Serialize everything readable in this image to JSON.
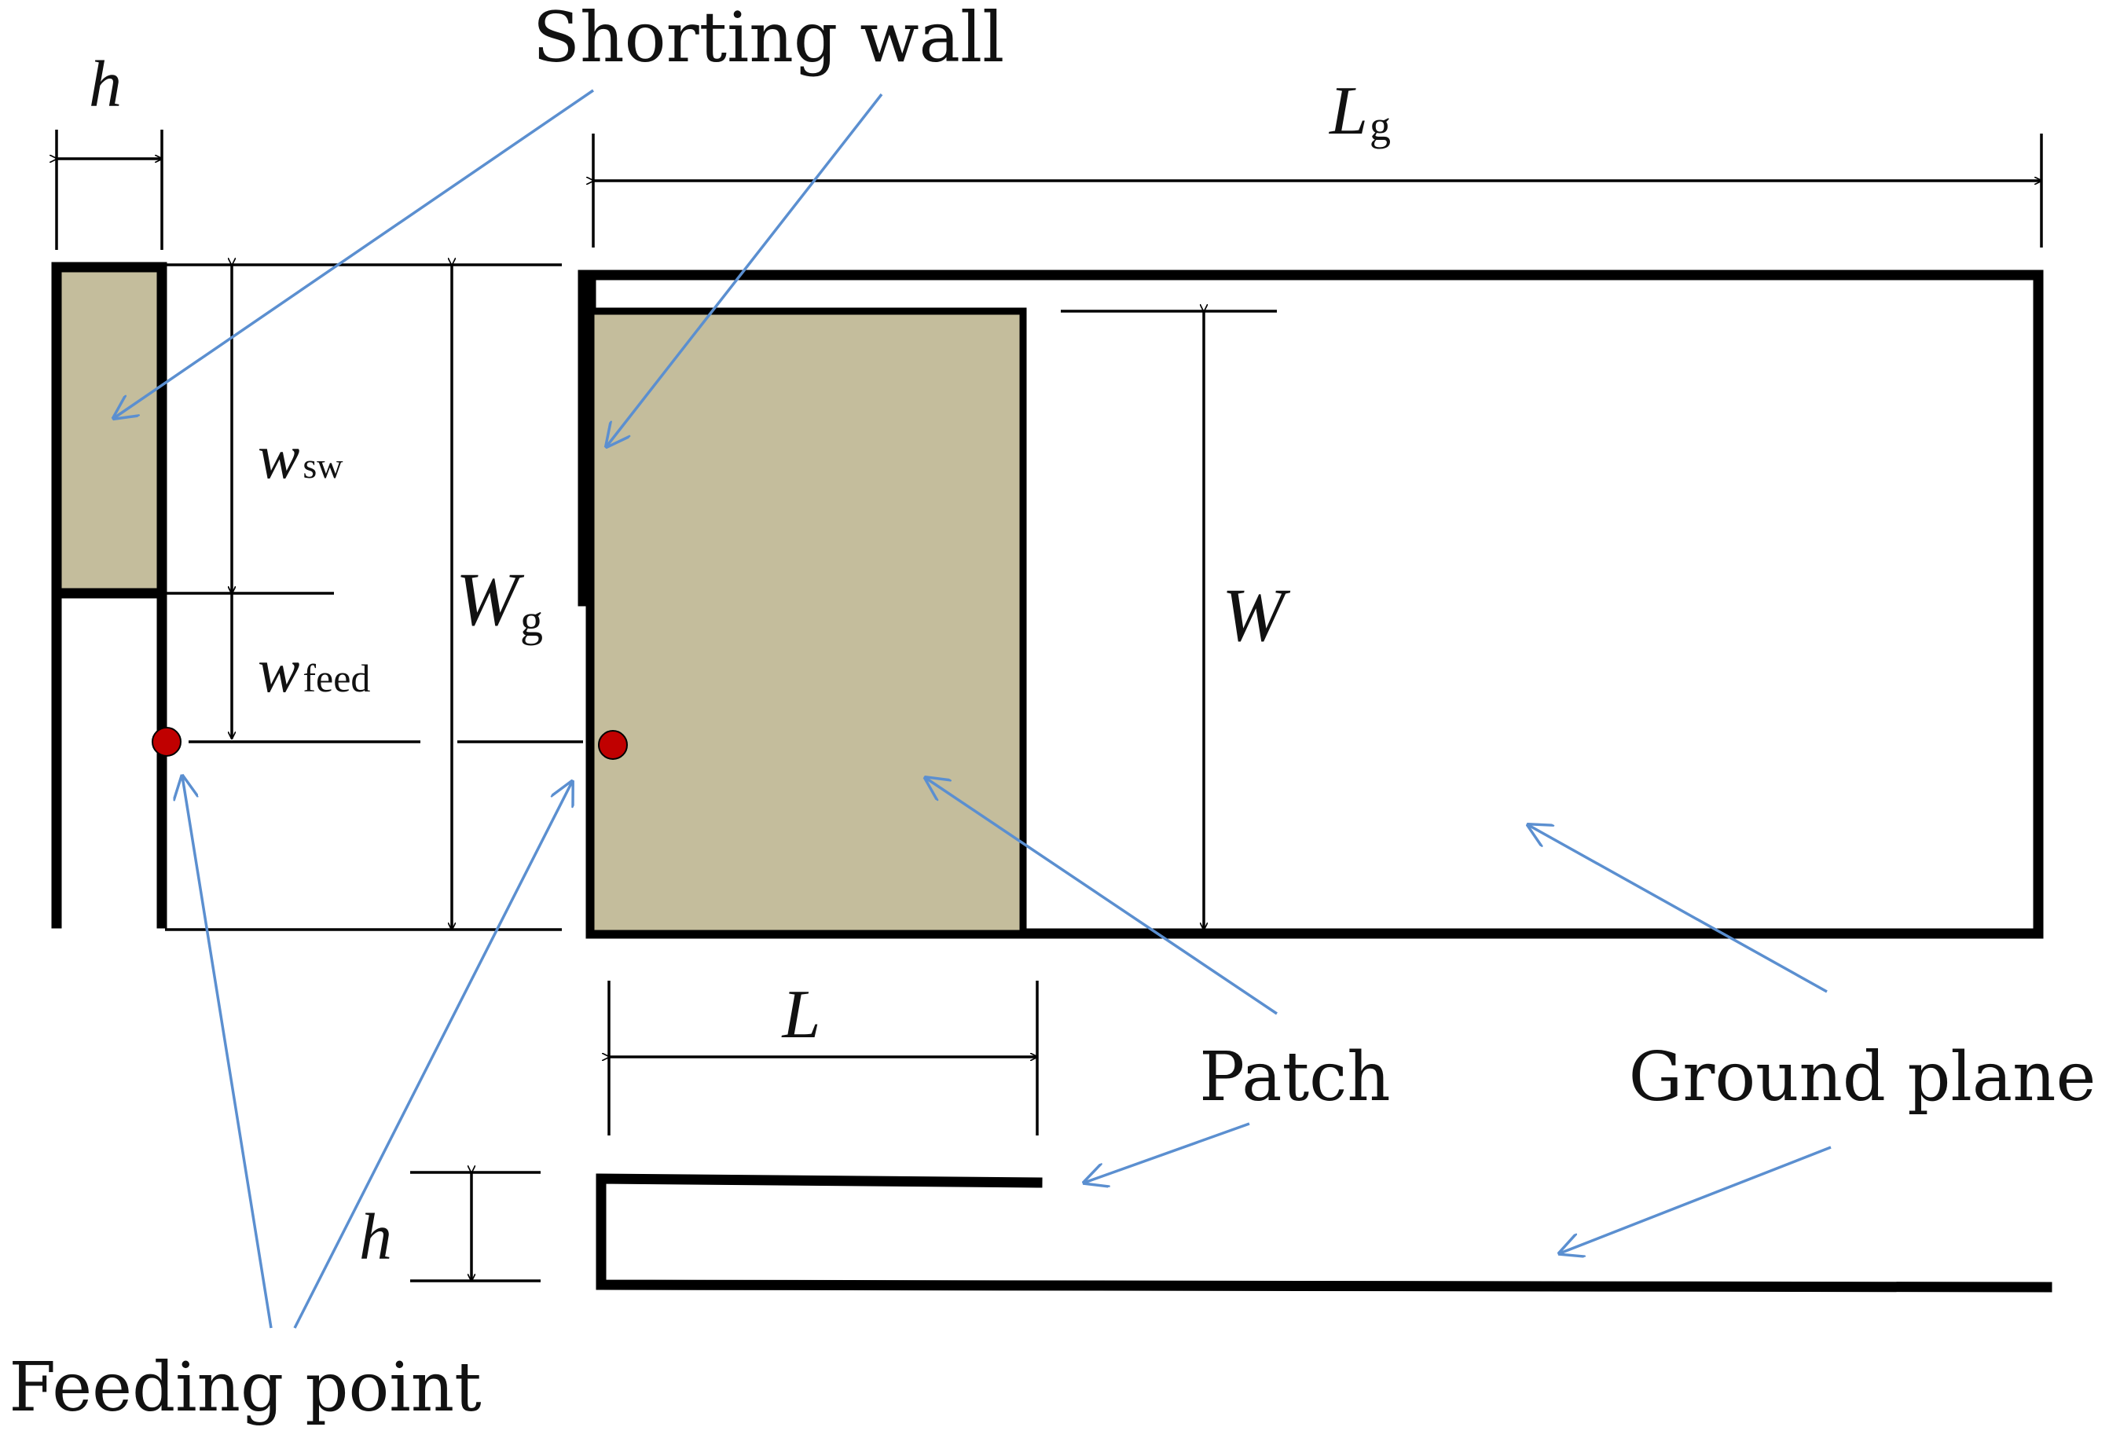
{
  "callouts": {
    "shorting_wall": "Shorting wall",
    "patch": "Patch",
    "ground_plane": "Ground plane",
    "feeding_point": "Feeding point"
  },
  "dimensions": {
    "h_top": "h",
    "h_bottom": "h",
    "Lg_main": "L",
    "Lg_sub": "g",
    "Wg_main": "W",
    "Wg_sub": "g",
    "W": "W",
    "L": "L",
    "wsw_main": "w",
    "wsw_sub": "sw",
    "wfeed_main": "w",
    "wfeed_sub": "feed"
  },
  "colors": {
    "patch_fill": "#c4bd9c",
    "feed_point": "#c00000",
    "arrow": "#5b8fd0",
    "outline": "#000000"
  }
}
